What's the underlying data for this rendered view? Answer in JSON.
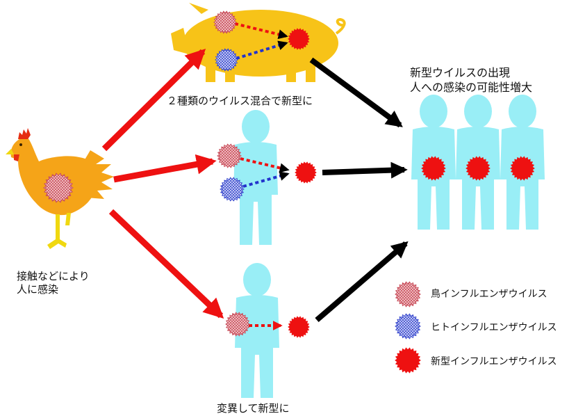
{
  "labels": {
    "top": "２種類のウイルス混合で新型に",
    "bottom": "変異して新型に",
    "chicken_line1": "接触などにより",
    "chicken_line2": "人に感染",
    "emergence_line1": "新型ウイルスの出現",
    "emergence_line2": "人への感染の可能性増大"
  },
  "legend": [
    {
      "label": "鳥インフルエンザウイルス",
      "color": "#e07a85",
      "icon": "bird-flu-virus-icon"
    },
    {
      "label": "ヒトインフルエンザウイルス",
      "color": "#5563d6",
      "icon": "human-flu-virus-icon"
    },
    {
      "label": "新型インフルエンザウイルス",
      "color": "#ee1111",
      "icon": "new-flu-virus-icon"
    }
  ],
  "colors": {
    "person": "#99eef6",
    "pig": "#f7c318",
    "chicken_body": "#f5a418",
    "chicken_comb": "#e52d12",
    "chicken_legs": "#f0d810",
    "arrow_red": "#ee1111",
    "arrow_black": "#000000"
  }
}
